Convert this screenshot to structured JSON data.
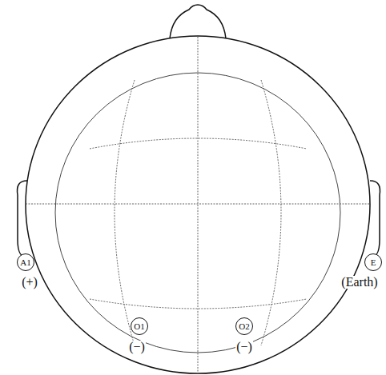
{
  "diagram": {
    "nodes": [
      {
        "text": [
          "A1",
          "(+)"
        ]
      },
      {
        "text": [
          "E",
          "(Earth)"
        ]
      },
      {
        "text": [
          "O1",
          "(−)"
        ]
      },
      {
        "text": [
          "O2",
          "(−)"
        ]
      }
    ]
  }
}
